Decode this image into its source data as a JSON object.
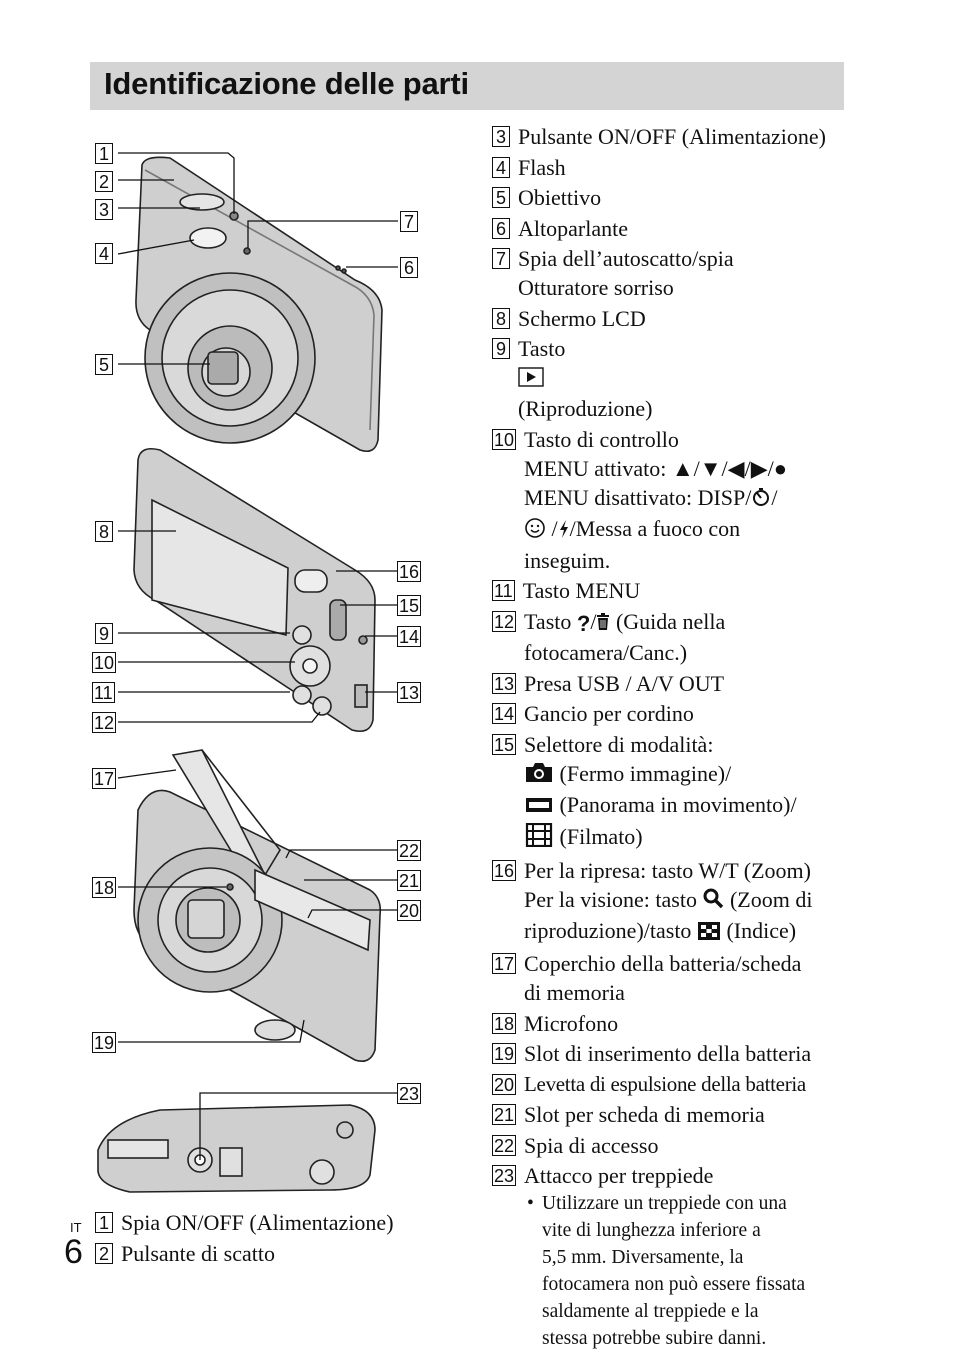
{
  "title": "Identificazione delle parti",
  "page": {
    "lang_label": "IT",
    "number": "6"
  },
  "callouts": [
    "1",
    "2",
    "3",
    "4",
    "5",
    "7",
    "6",
    "8",
    "16",
    "15",
    "9",
    "14",
    "10",
    "11",
    "13",
    "12",
    "17",
    "22",
    "18",
    "21",
    "20",
    "19",
    "23"
  ],
  "left_items": [
    {
      "num": "1",
      "text": "Spia ON/OFF (Alimentazione)"
    },
    {
      "num": "2",
      "text": "Pulsante di scatto"
    }
  ],
  "items": [
    {
      "num": "3",
      "text": "Pulsante ON/OFF (Alimentazione)"
    },
    {
      "num": "4",
      "text": "Flash"
    },
    {
      "num": "5",
      "text": "Obiettivo"
    },
    {
      "num": "6",
      "text": "Altoparlante"
    },
    {
      "num": "7",
      "text": "Spia dell’autoscatto/spia\nOtturatore sorriso"
    },
    {
      "num": "8",
      "text": "Schermo LCD"
    },
    {
      "num": "9",
      "pre": "Tasto",
      "post": "(Riproduzione)"
    },
    {
      "num": "10",
      "line1": "Tasto di controllo",
      "line2": "MENU attivato: ▲/▼/◀/▶/●",
      "line3": "MENU disattivato: DISP/",
      "line3b": "/",
      "line4b": "/",
      "line4c": "/Messa a fuoco con",
      "line5": "inseguim."
    },
    {
      "num": "11",
      "text": "Tasto MENU"
    },
    {
      "num": "12",
      "pre": "Tasto",
      "post": "(Guida nella",
      "line2": "fotocamera/Canc.)"
    },
    {
      "num": "13",
      "text": "Presa USB / A/V OUT"
    },
    {
      "num": "14",
      "text": "Gancio per cordino"
    },
    {
      "num": "15",
      "text": "Selettore di modalità:",
      "m1": "(Fermo immagine)/",
      "m2": "(Panorama in movimento)/",
      "m3": "(Filmato)"
    },
    {
      "num": "16",
      "l1": "Per la ripresa: tasto W/T (Zoom)",
      "l2a": "Per la visione: tasto",
      "l2b": "(Zoom di",
      "l3a": "riproduzione)/tasto",
      "l3b": "(Indice)"
    },
    {
      "num": "17",
      "text": "Coperchio della batteria/scheda\ndi memoria"
    },
    {
      "num": "18",
      "text": "Microfono"
    },
    {
      "num": "19",
      "text": "Slot di inserimento della batteria"
    },
    {
      "num": "20",
      "text": "Levetta di espulsione della batteria"
    },
    {
      "num": "21",
      "text": "Slot per scheda di memoria"
    },
    {
      "num": "22",
      "text": "Spia di accesso"
    },
    {
      "num": "23",
      "text": "Attacco per treppiede"
    }
  ],
  "note": {
    "bullet": "•",
    "lines": [
      "Utilizzare un treppiede con una",
      "vite di lunghezza inferiore a",
      "5,5 mm. Diversamente, la",
      "fotocamera non può essere fissata",
      "saldamente al treppiede e la",
      "stessa potrebbe subire danni."
    ]
  },
  "icons": {
    "playback": "playback-icon",
    "selftimer": "self-timer-icon",
    "smile": "smile-icon",
    "flash": "flash-icon",
    "help": "question-icon",
    "trash": "trash-icon",
    "camera": "camera-icon",
    "panorama": "panorama-icon",
    "movie": "movie-icon",
    "zoom": "magnifier-icon",
    "index": "index-icon"
  }
}
